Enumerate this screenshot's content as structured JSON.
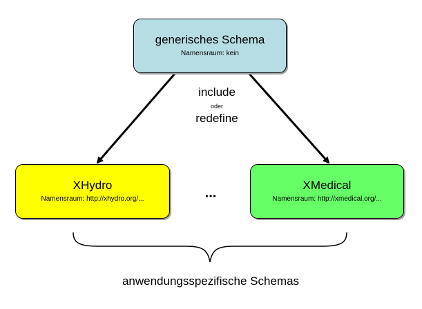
{
  "colors": {
    "generic_box": "#b6dde4",
    "xhydro_box": "#ffff00",
    "xmedical_box": "#66ff66",
    "outline": "#000000"
  },
  "generic_schema": {
    "title": "generisches Schema",
    "namespace": "Namensraum: kein"
  },
  "relation": {
    "include": "include",
    "oder": "oder",
    "redefine": "redefine"
  },
  "xhydro": {
    "title": "XHydro",
    "namespace": "Namensraum: http://xhydro.org/..."
  },
  "xmedical": {
    "title": "XMedical",
    "namespace": "Namensraum: http://xmedical.org/..."
  },
  "ellipsis": "...",
  "caption": "anwendungsspezifische Schemas"
}
